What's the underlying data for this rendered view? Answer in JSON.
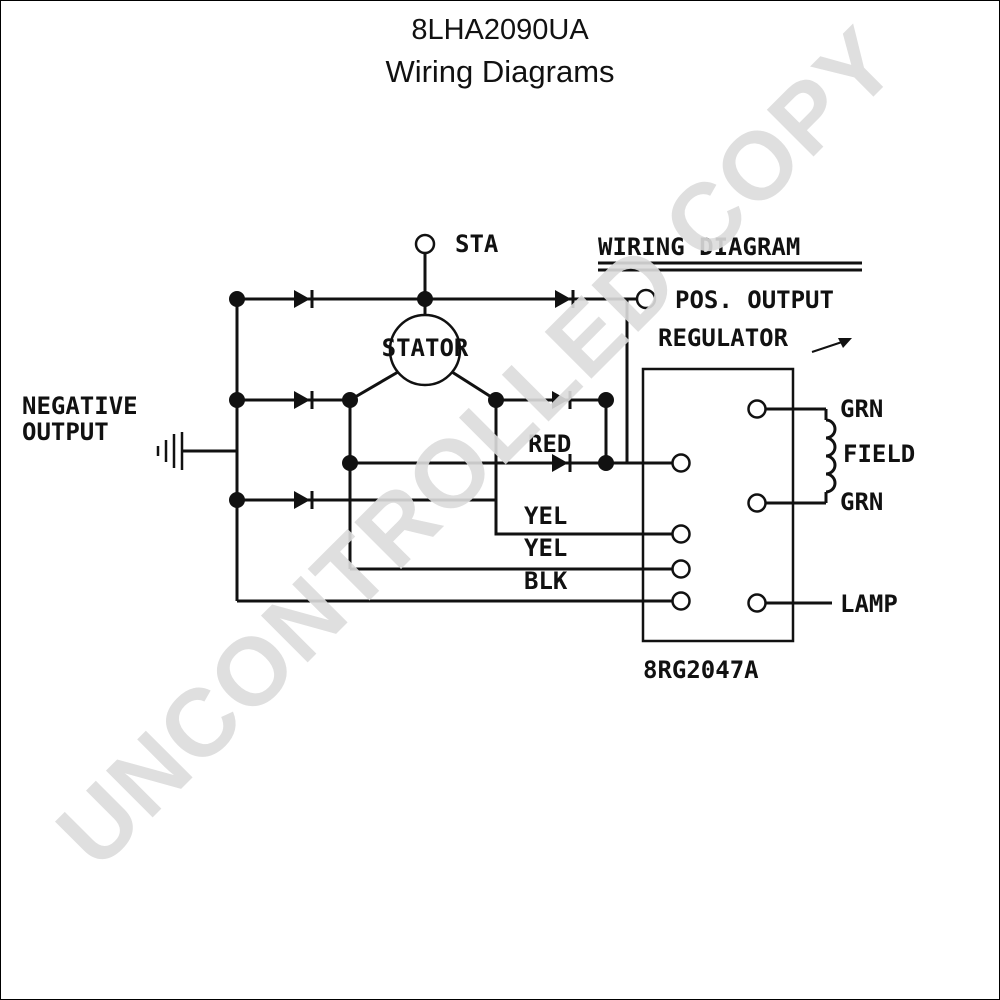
{
  "header": {
    "part_number": "8LHA2090UA",
    "subtitle": "Wiring Diagrams"
  },
  "diagram": {
    "heading": "WIRING DIAGRAM",
    "labels": {
      "sta": "STA",
      "pos_output": "POS. OUTPUT",
      "regulator": "REGULATOR",
      "negative_output_1": "NEGATIVE",
      "negative_output_2": "OUTPUT",
      "stator": "STATOR",
      "red": "RED",
      "yel1": "YEL",
      "yel2": "YEL",
      "blk": "BLK",
      "grn1": "GRN",
      "field": "FIELD",
      "grn2": "GRN",
      "lamp": "LAMP",
      "regulator_part": "8RG2047A"
    }
  },
  "watermark": "UNCONTROLLED COPY"
}
